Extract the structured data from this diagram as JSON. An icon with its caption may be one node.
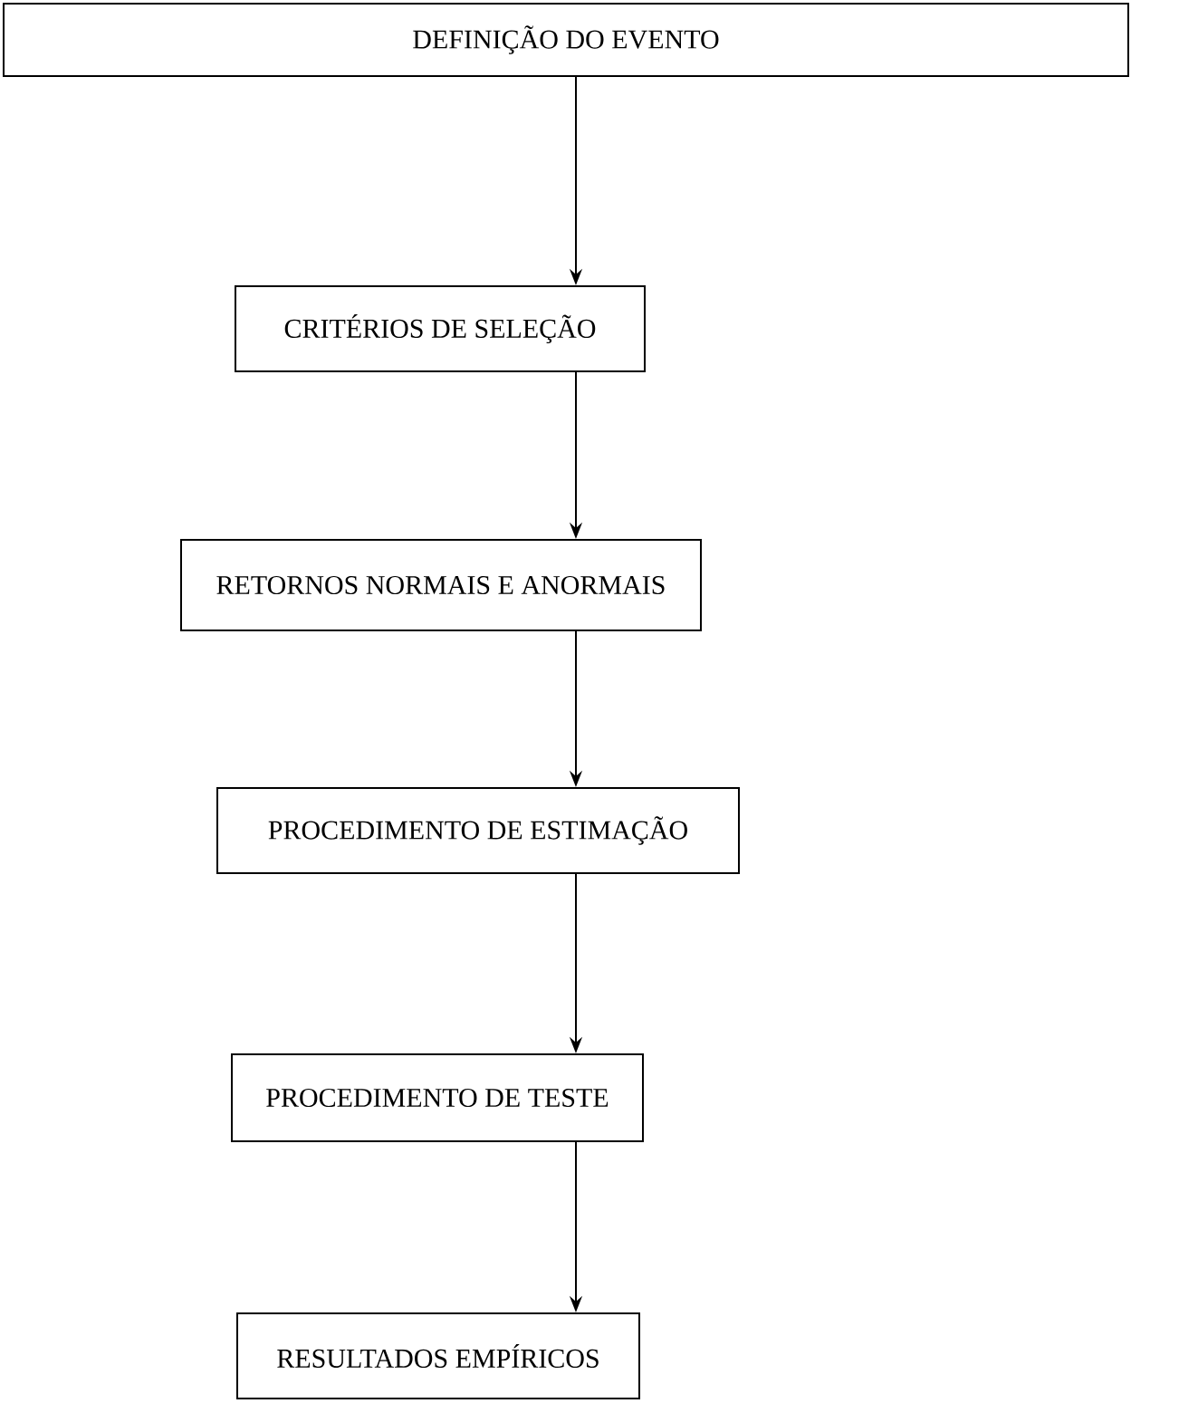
{
  "diagram": {
    "nodes": [
      {
        "text": [
          "DEFINIÇÃO DO EVENTO"
        ]
      },
      {
        "text": [
          "CRITÉRIOS DE SELEÇÃO"
        ]
      },
      {
        "text": [
          "RETORNOS NORMAIS E ANORMAIS"
        ]
      },
      {
        "text": [
          "PROCEDIMENTO DE ESTIMAÇÃO"
        ]
      },
      {
        "text": [
          "PROCEDIMENTO DE TESTE"
        ]
      },
      {
        "text": [
          "RESULTADOS EMPÍRICOS"
        ]
      }
    ],
    "edges": [
      {
        "from": 0,
        "to": 1,
        "arrow": "to"
      },
      {
        "from": 1,
        "to": 2,
        "arrow": "to"
      },
      {
        "from": 2,
        "to": 3,
        "arrow": "to"
      },
      {
        "from": 3,
        "to": 4,
        "arrow": "to"
      },
      {
        "from": 4,
        "to": 5,
        "arrow": "to"
      }
    ]
  }
}
